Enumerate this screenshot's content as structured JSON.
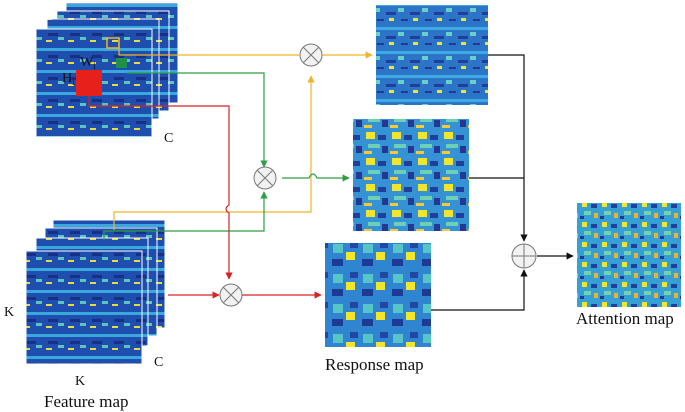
{
  "labels": {
    "feature_map": "Feature map",
    "response_map": "Response map",
    "attention_map": "Attention map",
    "dim_c_top": "C",
    "dim_c_bottom": "C",
    "dim_k_left": "K",
    "dim_k_bottom": "K",
    "window_h": "H",
    "window_h_sub": "i",
    "window_w": "W",
    "window_w_sub": "i"
  },
  "colors": {
    "yellow_path": "#f0b429",
    "green_path": "#2f9e44",
    "red_path": "#d62424",
    "black_path": "#111111",
    "heatmap_low": "#1f2d8a",
    "heatmap_mid": "#3aa0d8",
    "heatmap_high": "#f3e52a",
    "window_red": "#e8201c",
    "window_green": "#1f8f4a"
  },
  "operators": {
    "multiply_symbol": "⊗",
    "add_symbol": "⊕"
  }
}
